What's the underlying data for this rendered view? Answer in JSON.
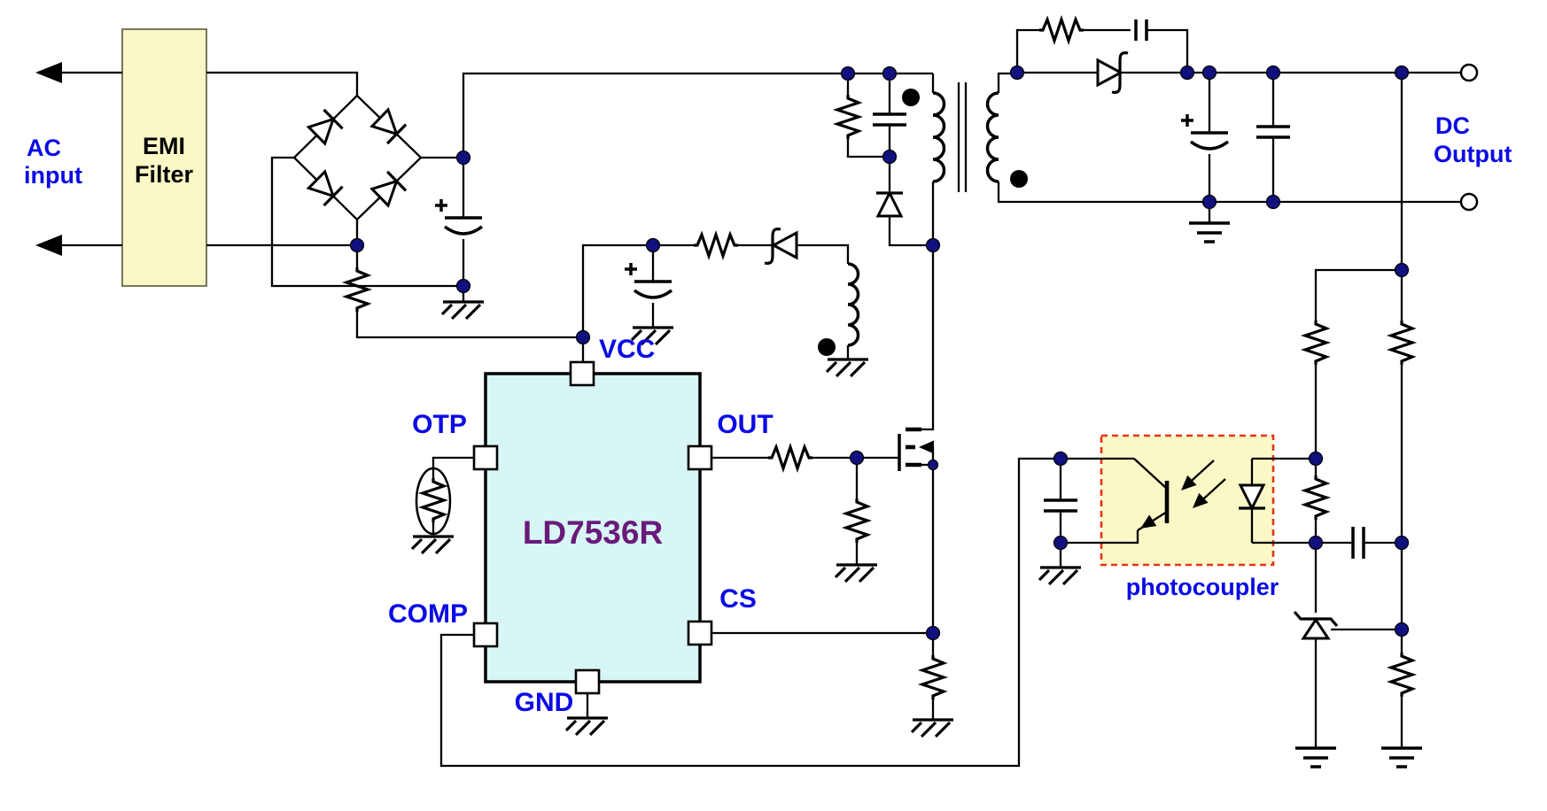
{
  "labels": {
    "ac_line1": "AC",
    "ac_line2": "input",
    "emi_line1": "EMI",
    "emi_line2": "Filter",
    "dc_line1": "DC",
    "dc_line2": "Output",
    "ic_name": "LD7536R",
    "photocoupler": "photocoupler",
    "pins": {
      "vcc": "VCC",
      "otp": "OTP",
      "out": "OUT",
      "comp": "COMP",
      "cs": "CS",
      "gnd": "GND"
    }
  },
  "colors": {
    "label_blue": "#0a0ae6",
    "ic_fill": "#d8f6f6",
    "ic_text_purple": "#6a1a7a",
    "box_yellow": "#faf8c6",
    "photocoupler_border_red": "#e93312",
    "node_navy": "#10107e",
    "wire_black": "#000000",
    "emi_text_black": "#000000"
  }
}
